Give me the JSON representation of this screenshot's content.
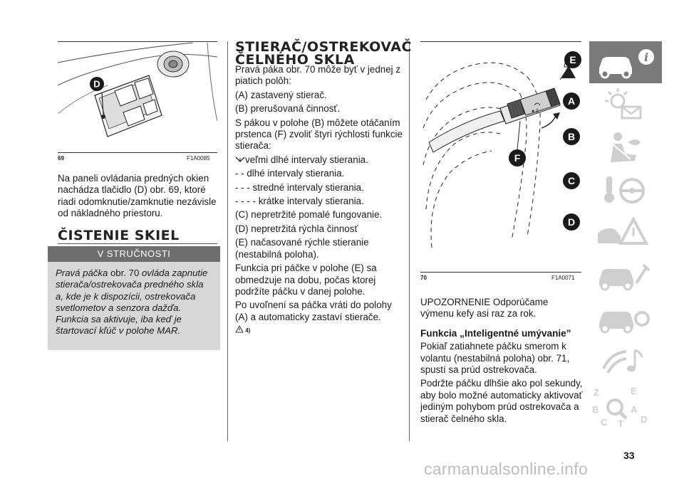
{
  "col1": {
    "fig69": {
      "number": "69",
      "code": "F1A0085",
      "callout": "D"
    },
    "intro": "Na paneli ovládania predných okien nachádza tlačidlo (D) obr. 69, ktoré riadi odomknutie/zamknutie nezávisle od nákladného priestoru.",
    "section_title": "ČISTENIE SKIEL",
    "tip": {
      "head": "V STRUČNOSTI",
      "body_parts": [
        "Pravá páčka",
        " obr. 70 ",
        "ovláda zapnutie stierača/ostrekovača predného skla a, kde je k dispozícii, ostrekovača svetlometov a senzora dažďa."
      ],
      "body2": "Funkcia sa aktivuje, iba keď je štartovací kľúč v polohe MAR."
    }
  },
  "col2": {
    "title_line1": "STIERAČ/OSTREKOVAČ",
    "title_line2": "ČELNÉHO SKLA",
    "p1": "Pravá páka obr. 70 môže byť v jednej z piatich polôh:",
    "p2": "(A) zastavený stierač.",
    "p3": "(B) prerušovaná činnosť.",
    "p4": "S pákou v polohe (B) môžete otáčaním prstenca (F) zvoliť štyri rýchlosti funkcie stierača:",
    "p5": "veľmi dlhé intervaly stierania.",
    "p6": "- - dlhé intervaly stierania.",
    "p7": "- - - stredné intervaly stierania.",
    "p8": "- - - - krátke intervaly stierania.",
    "p9": "(C) nepretržité pomalé fungovanie.",
    "p10": "(D) nepretržitá rýchla činnosť",
    "p11": "(E) načasované rýchle stieranie (nestabilná poloha).",
    "p12": "Funkcia pri páčke v polohe (E) sa obmedzuje na dobu, počas ktorej podržíte páčku v danej polohe.",
    "p13": "Po uvoľnení sa páčka vráti do polohy (A) a automaticky zastaví stierače.",
    "warn_ref": "4)"
  },
  "col3": {
    "fig70": {
      "number": "70",
      "code": "F1A0071",
      "labels": [
        "E",
        "A",
        "B",
        "C",
        "D",
        "F"
      ]
    },
    "p1": "UPOZORNENIE Odporúčame výmenu kefy asi raz za rok.",
    "heading": "Funkcia „Inteligentné umývanie”",
    "p2": "Pokiaľ zatiahnete páčku smerom k volantu (nestabilná poloha) obr. 71, spustí sa prúd ostrekovača.",
    "p3": "Podržte páčku dlhšie ako pol sekundy, aby bolo možné automaticky aktivovať jediným pohybom prúd ostrekovača a stierač čelného skla."
  },
  "sidebar": {
    "tabs": [
      "car-info-icon",
      "lights-mail-icon",
      "airbag-seat-icon",
      "key-steering-icon",
      "warning-road-icon",
      "car-wrench-icon",
      "car-tools-icon",
      "music-icon",
      "index-search-icon"
    ],
    "index_letters": [
      "Z",
      "E",
      "B",
      "A",
      "C",
      "T",
      "D"
    ]
  },
  "page_number": "33",
  "watermark": "carmanualsonline.info",
  "colors": {
    "tip_head": "#6e6e6e",
    "tip_bg": "#d7d7d7",
    "tab_active": "#7a7a7a",
    "tab_icon": "#cfcfcf",
    "callout": "#1a1a1a"
  }
}
